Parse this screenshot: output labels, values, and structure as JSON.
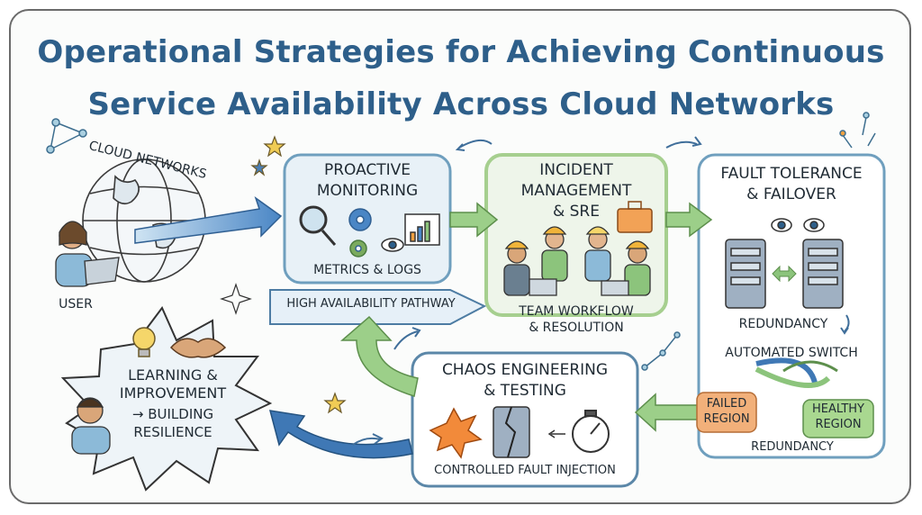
{
  "title": {
    "line1": "Operational Strategies for Achieving Continuous",
    "line2": "Service Availability Across Cloud Networks"
  },
  "left": {
    "cloud_label": "CLOUD NETWORKS",
    "user_label": "USER"
  },
  "monitoring": {
    "title_line1": "PROACTIVE",
    "title_line2": "MONITORING",
    "caption": "METRICS & LOGS"
  },
  "pathway": {
    "label": "HIGH AVAILABILITY PATHWAY"
  },
  "incident": {
    "title_line1": "INCIDENT",
    "title_line2": "MANAGEMENT",
    "title_line3": "& SRE",
    "caption_line1": "TEAM WORKFLOW",
    "caption_line2": "& RESOLUTION"
  },
  "fault": {
    "title_line1": "FAULT TOLERANCE",
    "title_line2": "& FAILOVER",
    "redundancy_top": "REDUNDANCY",
    "automated_switch": "AUTOMATED SWITCH",
    "failed_line1": "FAILED",
    "failed_line2": "REGION",
    "healthy_line1": "HEALTHY",
    "healthy_line2": "REGION",
    "redundancy_bottom": "REDUNDANCY"
  },
  "chaos": {
    "title_line1": "CHAOS ENGINEERING",
    "title_line2": "& TESTING",
    "caption": "CONTROLLED FAULT INJECTION"
  },
  "learning": {
    "line1": "LEARNING &",
    "line2": "IMPROVEMENT",
    "line3": "→ BUILDING",
    "line4": "RESILIENCE"
  },
  "colors": {
    "title": "#2e5f8a",
    "box_fill": "#e9f2f8",
    "box_stroke": "#6f9fbe",
    "green_border": "#a6cf8f",
    "green_arrow": "#8cc47c",
    "blue_arrow": "#3f78b5",
    "failed": "#f2b07a",
    "healthy": "#a9d890"
  }
}
